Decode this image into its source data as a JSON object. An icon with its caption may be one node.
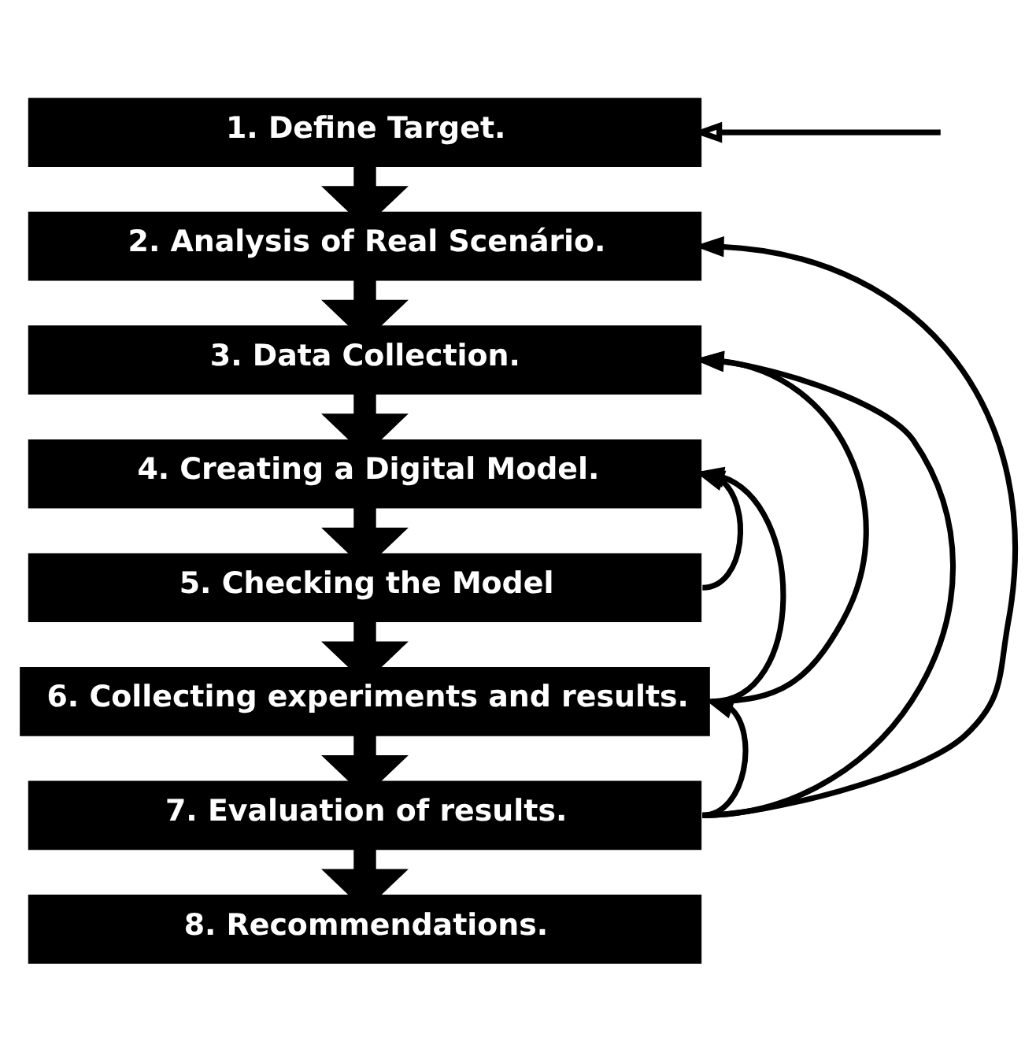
{
  "diagram": {
    "nodes": [
      {
        "text": [
          "1. Define Target."
        ]
      },
      {
        "text": [
          "2. Analysis of Real Scenário."
        ]
      },
      {
        "text": [
          "3. Data Collection."
        ]
      },
      {
        "text": [
          "4. Creating a Digital Model."
        ]
      },
      {
        "text": [
          "5. Checking the Model"
        ]
      },
      {
        "text": [
          "6. Collecting experiments and results."
        ]
      },
      {
        "text": [
          "7. Evaluation of results."
        ]
      },
      {
        "text": [
          "8. Recommendations."
        ]
      }
    ],
    "edges": [
      {
        "from": null,
        "to": 0,
        "arrow": "to"
      },
      {
        "from": 0,
        "to": 1,
        "arrow": "to",
        "style": "thick"
      },
      {
        "from": 1,
        "to": 2,
        "arrow": "to",
        "style": "thick"
      },
      {
        "from": 2,
        "to": 3,
        "arrow": "to",
        "style": "thick"
      },
      {
        "from": 3,
        "to": 4,
        "arrow": "to",
        "style": "thick"
      },
      {
        "from": 4,
        "to": 5,
        "arrow": "to",
        "style": "thick"
      },
      {
        "from": 5,
        "to": 6,
        "arrow": "to",
        "style": "thick"
      },
      {
        "from": 6,
        "to": 7,
        "arrow": "to",
        "style": "thick"
      },
      {
        "from": 4,
        "to": 3,
        "arrow": "to"
      },
      {
        "from": 5,
        "to": 3,
        "arrow": "to"
      },
      {
        "from": 5,
        "to": 2,
        "arrow": "to"
      },
      {
        "from": 6,
        "to": 5,
        "arrow": "to"
      },
      {
        "from": 6,
        "to": 2,
        "arrow": "to"
      },
      {
        "from": 6,
        "to": 1,
        "arrow": "to"
      }
    ]
  }
}
